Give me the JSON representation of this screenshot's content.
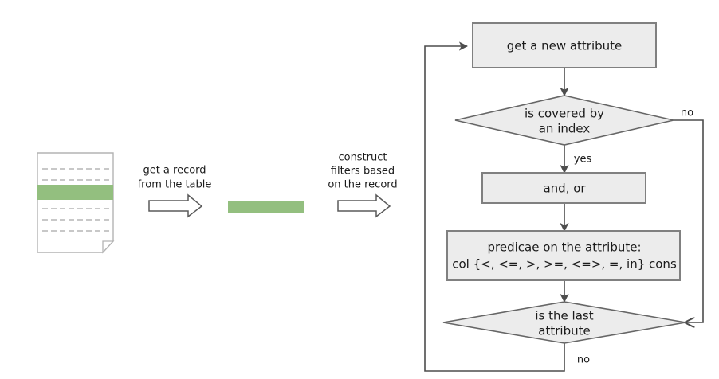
{
  "diagram": {
    "title": "filter construction flowchart",
    "colors": {
      "node_fill": "#ececec",
      "node_border": "#808080",
      "connector": "#4d4d4d",
      "highlight_green": "#93bf7f",
      "document_border": "#b3b3b3",
      "text": "#1a1a1a"
    },
    "source_stage": {
      "document_label": "table-document",
      "highlighted_row_index": 3,
      "dashed_row_count": 6
    },
    "steps": [
      {
        "id": "get-record",
        "label_lines": [
          "get a record",
          "from the table"
        ]
      },
      {
        "id": "construct-filters",
        "label_lines": [
          "construct",
          "filters based",
          "on the record"
        ]
      }
    ],
    "nodes": [
      {
        "id": "get-new-attribute",
        "shape": "process",
        "lines": [
          "get a new attribute"
        ]
      },
      {
        "id": "is-covered-by-an-index",
        "shape": "decision",
        "lines": [
          "is covered by",
          "an index"
        ]
      },
      {
        "id": "and-or",
        "shape": "process",
        "lines": [
          "and, or"
        ]
      },
      {
        "id": "predicate-on-attribute",
        "shape": "process",
        "lines": [
          "predicae on the attribute:",
          "col {<, <=, >, >=, <=>, =, in} cons"
        ]
      },
      {
        "id": "is-the-last-attribute",
        "shape": "decision",
        "lines": [
          "is the last",
          "attribute"
        ]
      }
    ],
    "edge_labels": {
      "covered_no": "no",
      "covered_yes": "yes",
      "last_attribute_no": "no"
    }
  }
}
